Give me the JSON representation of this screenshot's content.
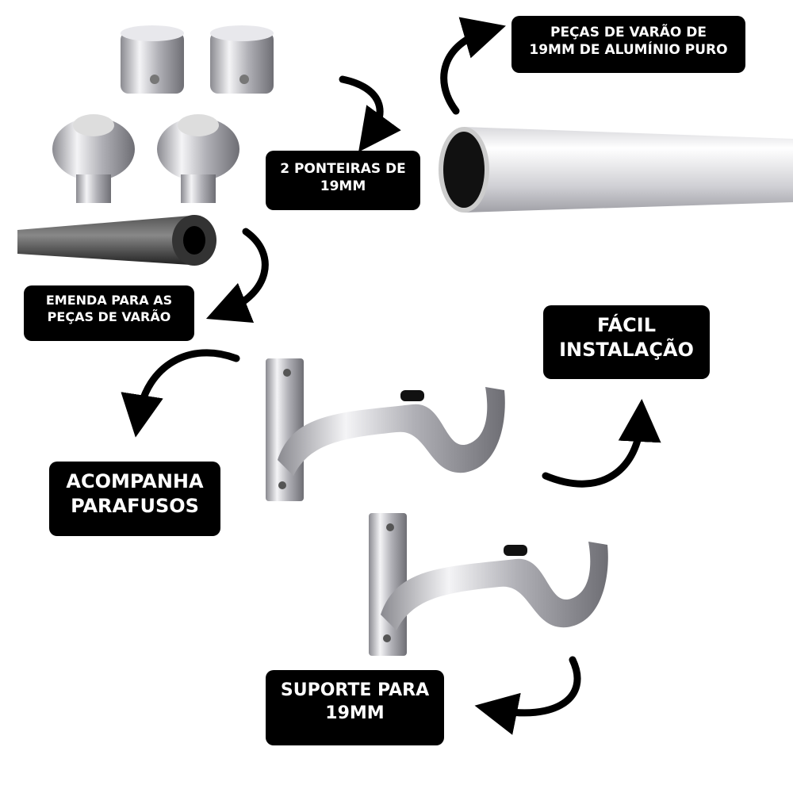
{
  "labels": {
    "aluminum": {
      "line1": "PEÇAS DE VARÃO DE",
      "line2": "19MM DE ALUMÍNIO PURO"
    },
    "endcaps": {
      "line1": "2 PONTEIRAS DE",
      "line2": "19MM"
    },
    "connector": {
      "line1": "EMENDA PARA AS",
      "line2": "PEÇAS DE VARÃO"
    },
    "easy": {
      "line1": "FÁCIL",
      "line2": "INSTALAÇÃO"
    },
    "screws": {
      "line1": "ACOMPANHA",
      "line2": "PARAFUSOS"
    },
    "bracket": {
      "line1": "SUPORTE PARA",
      "line2": "19MM"
    }
  },
  "colors": {
    "label_bg": "#000000",
    "label_text": "#ffffff",
    "chrome": "#c8c8cc"
  }
}
